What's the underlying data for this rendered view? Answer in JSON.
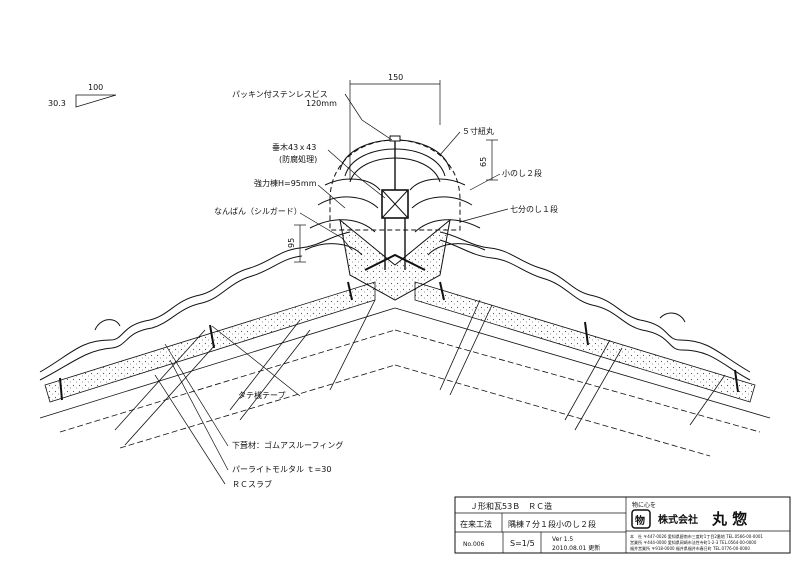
{
  "slope": {
    "run": "100",
    "rise": "30.3"
  },
  "dimensions": {
    "width_top": "150",
    "height_right": "65",
    "height_left": "95"
  },
  "labels": {
    "screw": "パッキン付ステンレスビス",
    "screw_len": "120mm",
    "rafter": "垂木43ｘ43",
    "rafter_note": "(防腐処理)",
    "strong_ridge": "強力棟H=95mm",
    "nanban": "なんばん（シルガード）",
    "maru": "５寸紐丸",
    "konoshi": "小のし２段",
    "shichibu": "七分のし１段",
    "tape": "タテ桟テープ",
    "underlay": "下葺材：ゴムアスルーフィング",
    "mortar": "パーライトモルタル ｔ=30",
    "slab": "ＲＣスラブ"
  },
  "title_block": {
    "title1": "Ｊ形和瓦53Ｂ　ＲＣ造",
    "title2_left": "在来工法",
    "title2_right": "隅棟７分１段小のし２段",
    "no": "No.006",
    "scale": "S=1/5",
    "ver": "Ver 1.5",
    "date": "2010.08.01 更新",
    "company_slogan": "物に心を",
    "logo_char": "物",
    "company_prefix": "株式会社",
    "company_name": "丸 惣",
    "addr_lines": [
      "本　社 〒447-0026 愛知県碧南市三度町1丁目2番地  TEL.0566-00-0001",
      "営業所 〒444-0000 愛知県岡崎市法性寺町1-2-3  TEL.0564-00-0000",
      "福井営業所 〒918-0000 福井県福井市春日町  TEL.0776-00-0000"
    ]
  },
  "colors": {
    "line": "#111111",
    "fill_mortar": "#eeeeee"
  }
}
